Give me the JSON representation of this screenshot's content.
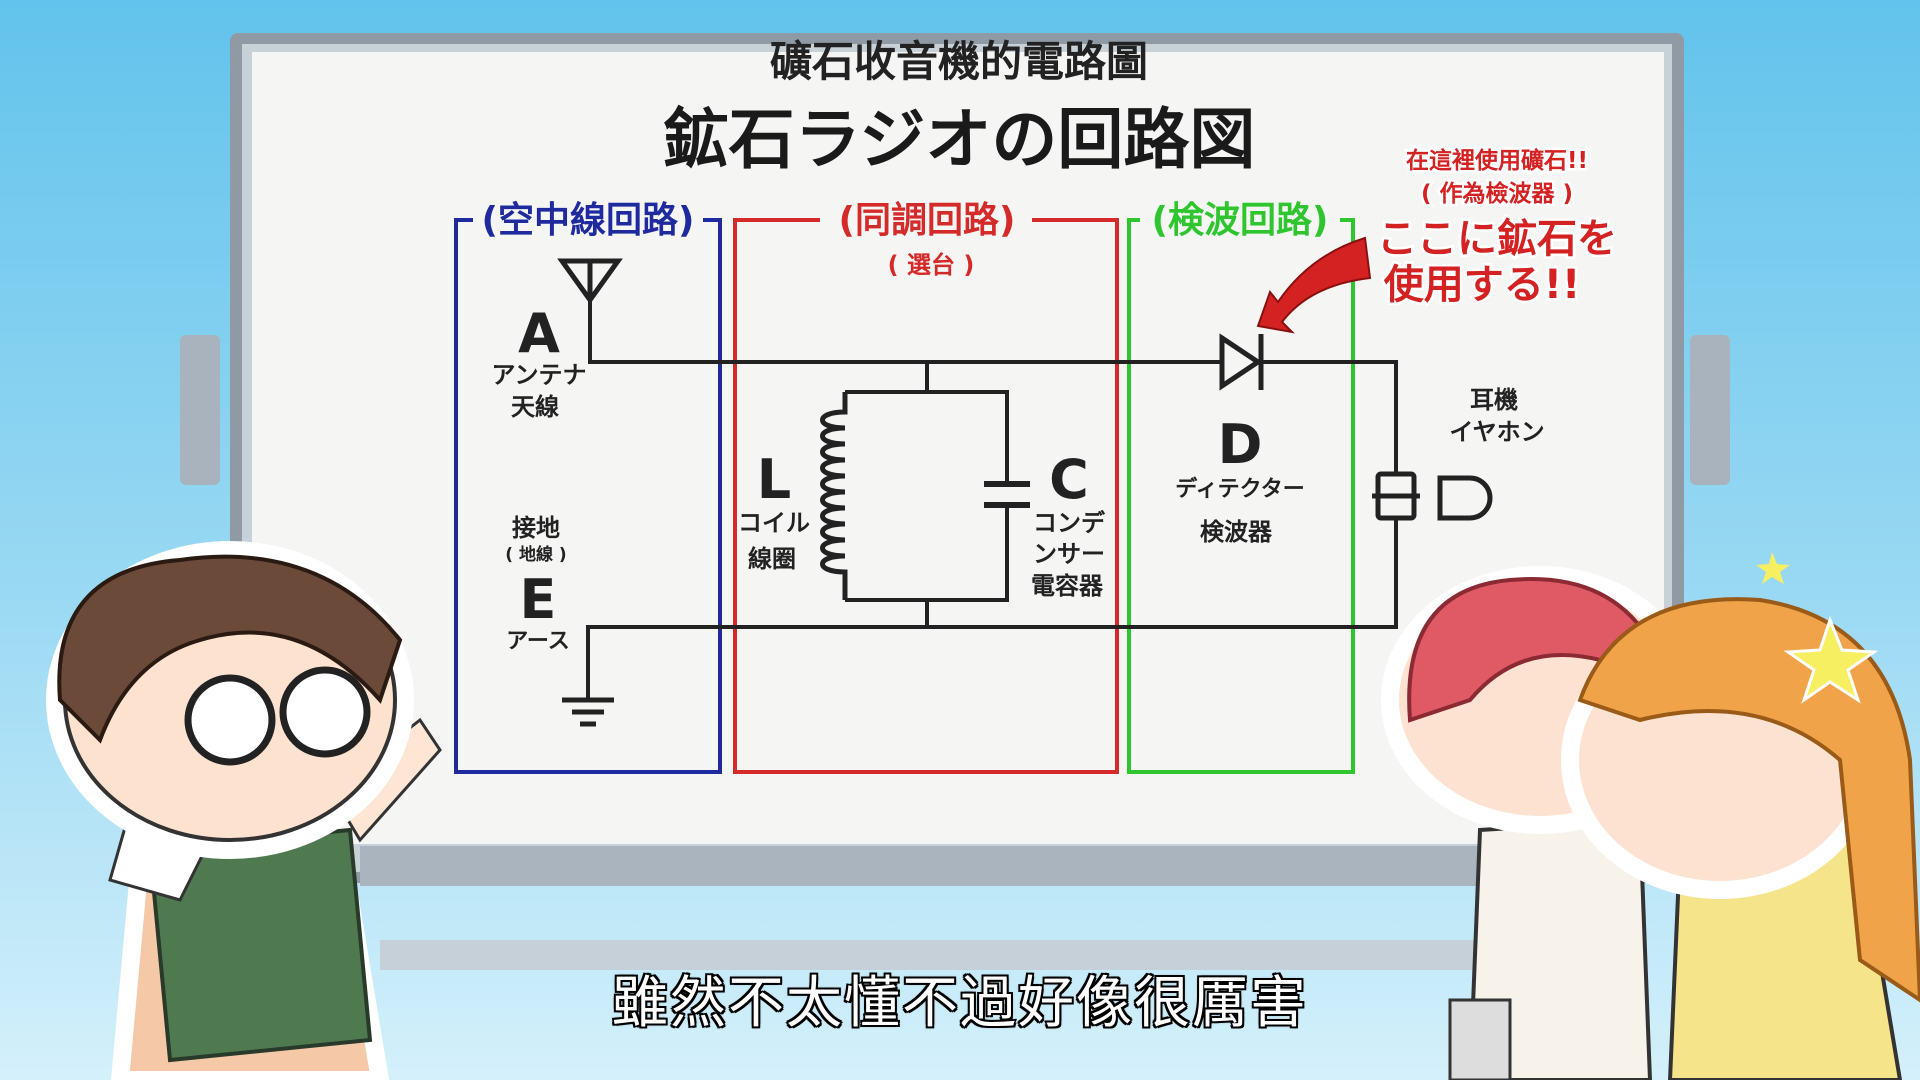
{
  "board": {
    "title_zh": "礦石收音機的電路圖",
    "title_ja": "鉱石ラジオの回路図"
  },
  "sections": {
    "antenna": {
      "label": "(空中線回路)",
      "color": "#1f2a9e"
    },
    "tuning": {
      "label": "(同調回路)",
      "sublabel": "( 選台 )",
      "color": "#d42a2a"
    },
    "detector": {
      "label": "(検波回路)",
      "color": "#2ec52e"
    }
  },
  "components": {
    "antenna": {
      "letter": "A",
      "ja": "アンテナ",
      "zh": "天線"
    },
    "ground": {
      "zh": "接地",
      "zh_sub": "( 地線 )",
      "letter": "E",
      "ja": "アース"
    },
    "coil": {
      "letter": "L",
      "ja": "コイル",
      "zh": "線圈"
    },
    "capacitor": {
      "letter": "C",
      "ja_1": "コンデ",
      "ja_2": "ンサー",
      "zh": "電容器"
    },
    "diode": {
      "letter": "D",
      "ja": "ディテクター",
      "zh": "検波器"
    },
    "earphone": {
      "zh": "耳機",
      "ja": "イヤホン"
    }
  },
  "annotation": {
    "zh_1": "在這裡使用礦石!!",
    "zh_2": "( 作為檢波器 )",
    "ja_1": "ここに鉱石を",
    "ja_2": "使用する!!",
    "color": "#d42222"
  },
  "subtitle": "雖然不太懂不過好像很厲害"
}
